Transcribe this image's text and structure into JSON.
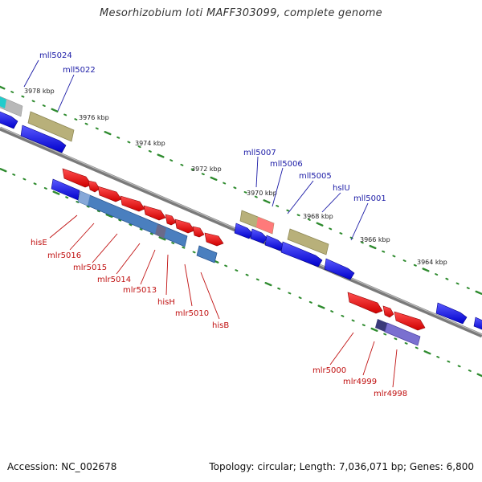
{
  "title": "Mesorhizobium loti MAFF303099, complete genome",
  "footer": {
    "accession": "Accession: NC_002678",
    "summary": "Topology: circular; Length: 7,036,071 bp; Genes: 6,800"
  },
  "colors": {
    "upper_label": "#1a1aa6",
    "lower_label": "#c01010",
    "tick": "#2e8b2e",
    "backbone": "#808080"
  },
  "scale_labels": [
    "3978 kbp",
    "3976 kbp",
    "3974 kbp",
    "3972 kbp",
    "3970 kbp",
    "3968 kbp",
    "3966 kbp",
    "3964 kbp"
  ],
  "upper_genes": [
    "mll5024",
    "mll5022",
    "mll5007",
    "mll5006",
    "mll5005",
    "hslU",
    "mll5001"
  ],
  "lower_genes": [
    "hisE",
    "mlr5016",
    "mlr5015",
    "mlr5014",
    "mlr5013",
    "hisH",
    "mlr5010",
    "hisB",
    "mlr5000",
    "mlr4999",
    "mlr4998"
  ]
}
